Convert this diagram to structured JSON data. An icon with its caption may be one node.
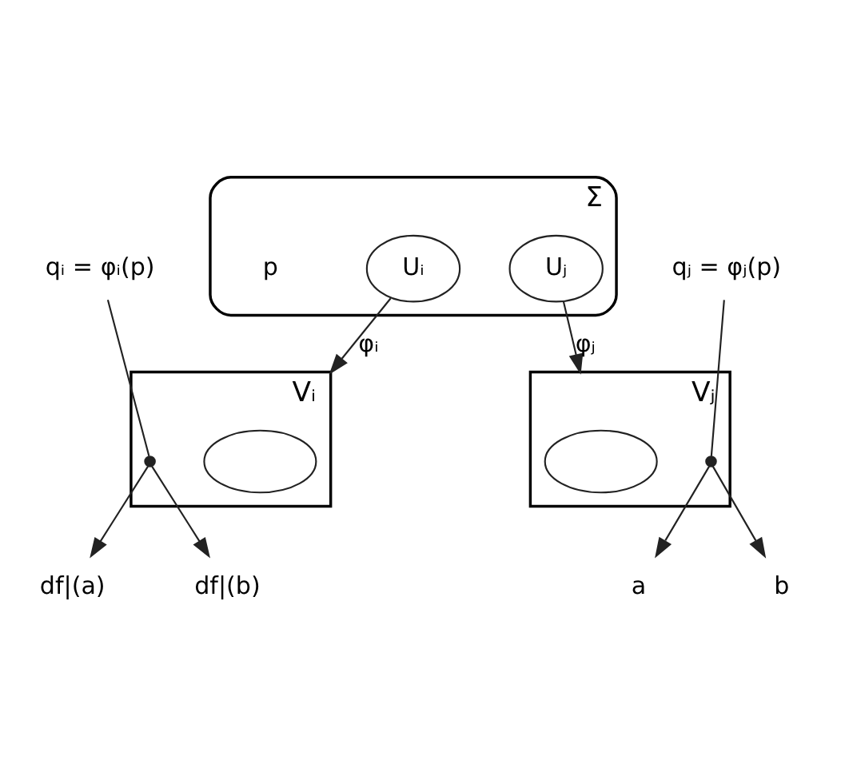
{
  "diagram": {
    "nodes": [
      {
        "text": [
          "Σ"
        ]
      },
      {
        "text": [
          "Uᵢ"
        ],
        "in": 0
      },
      {
        "text": [
          "Uⱼ"
        ],
        "in": 0
      },
      {
        "text": [
          "p"
        ],
        "in": 0
      },
      {
        "text": [
          "Vᵢ"
        ]
      },
      {
        "text": [],
        "shape": "ellipse",
        "in": 4
      },
      {
        "text": [],
        "shape": "circle",
        "in": 4
      },
      {
        "text": [
          "df|(a)"
        ]
      },
      {
        "text": [
          "df|(b)"
        ]
      },
      {
        "text": [
          "qᵢ = φᵢ(p)"
        ]
      },
      {
        "text": [
          "Vⱼ"
        ]
      },
      {
        "text": [],
        "shape": "ellipse",
        "in": 10
      },
      {
        "text": [],
        "shape": "circle",
        "in": 10
      },
      {
        "text": [
          "a"
        ]
      },
      {
        "text": [
          "b"
        ]
      },
      {
        "text": [
          "qⱼ = φⱼ(p)"
        ]
      }
    ],
    "edges": [
      {
        "from": 1,
        "to": 4,
        "arrow": "to",
        "label": "φᵢ"
      },
      {
        "from": 2,
        "to": 10,
        "arrow": "to",
        "label": "φⱼ"
      },
      {
        "from": 6,
        "to": 7,
        "arrow": "to"
      },
      {
        "from": 6,
        "to": 8,
        "arrow": "to"
      },
      {
        "from": 9,
        "to": 6,
        "arrow": "none"
      },
      {
        "from": 12,
        "to": 13,
        "arrow": "to"
      },
      {
        "from": 12,
        "to": 14,
        "arrow": "to"
      },
      {
        "from": 15,
        "to": 12,
        "arrow": "none"
      }
    ]
  }
}
